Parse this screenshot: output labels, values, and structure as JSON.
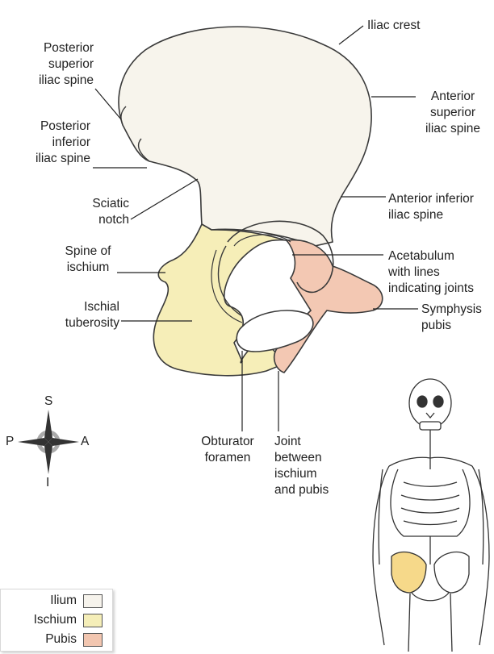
{
  "labels": {
    "iliac_crest": "Iliac crest",
    "posterior_superior": "Posterior\nsuperior\niliac spine",
    "posterior_inferior": "Posterior\ninferior\niliac spine",
    "anterior_superior": "Anterior\nsuperior\niliac spine",
    "sciatic_notch": "Sciatic\nnotch",
    "anterior_inferior": "Anterior inferior\niliac spine",
    "spine_ischium": "Spine of\nischium",
    "acetabulum": "Acetabulum\nwith lines\nindicating joints",
    "ischial_tuberosity": "Ischial\ntuberosity",
    "symphysis": "Symphysis\npubis",
    "obturator": "Obturator\nforamen",
    "joint": "Joint\nbetween\nischium\nand pubis"
  },
  "compass": {
    "s": "S",
    "i": "I",
    "p": "P",
    "a": "A"
  },
  "legend": [
    {
      "label": "Ilium",
      "color": "#f6f3ec"
    },
    {
      "label": "Ischium",
      "color": "#f5eeb8"
    },
    {
      "label": "Pubis",
      "color": "#f2c6b0"
    }
  ],
  "colors": {
    "ilium": "#f7f4ec",
    "ischium": "#f6eeb8",
    "pubis": "#f3c8b3",
    "outline": "#3a3a3a"
  }
}
